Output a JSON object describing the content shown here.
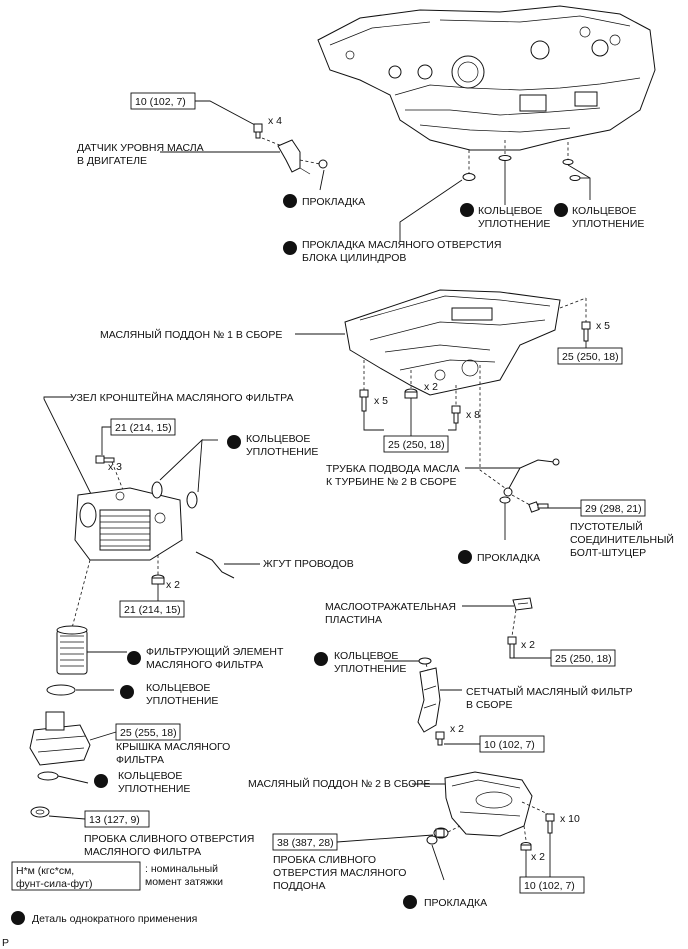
{
  "engine_section": {
    "torque_top": "10 (102, 7)",
    "sensor_qty": "x 4",
    "sensor_label": "ДАТЧИК УРОВНЯ МАСЛА\nВ ДВИГАТЕЛЕ",
    "gasket_label": "ПРОКЛАДКА",
    "oring_a_label": "КОЛЬЦЕВОЕ\nУПЛОТНЕНИЕ",
    "oring_b_label": "КОЛЬЦЕВОЕ\nУПЛОТНЕНИЕ",
    "block_gasket_label": "ПРОКЛАДКА МАСЛЯНОГО ОТВЕРСТИЯ\nБЛОКА ЦИЛИНДРОВ"
  },
  "pan1_section": {
    "pan1_label": "МАСЛЯНЫЙ ПОДДОН № 1 В СБОРЕ",
    "qty_x5_right": "x 5",
    "torque_right": "25 (250, 18)",
    "qty_x5_left": "x 5",
    "qty_x2": "x 2",
    "qty_x8": "x 8",
    "torque_mid": "25 (250, 18)",
    "turbo_pipe_label": "ТРУБКА ПОДВОДА МАСЛА\nК ТУРБИНЕ № 2 В СБОРЕ",
    "torque_union": "29 (298, 21)",
    "union_bolt_label": "ПУСТОТЕЛЫЙ\nСОЕДИНИТЕЛЬНЫЙ\nБОЛТ-ШТУЦЕР",
    "gasket_label": "ПРОКЛАДКА"
  },
  "filter_section": {
    "bracket_label": "УЗЕЛ КРОНШТЕЙНА МАСЛЯНОГО ФИЛЬТРА",
    "torque_bracket_top": "21 (214, 15)",
    "qty_x3": "x 3",
    "oring_label": "КОЛЬЦЕВОЕ\nУПЛОТНЕНИЕ",
    "harness_label": "ЖГУТ ПРОВОДОВ",
    "qty_x2": "x 2",
    "torque_bracket_bottom": "21 (214, 15)",
    "element_label": "ФИЛЬТРУЮЩИЙ ЭЛЕМЕНТ\nМАСЛЯНОГО ФИЛЬТРА",
    "element_oring_label": "КОЛЬЦЕВОЕ\nУПЛОТНЕНИЕ",
    "torque_cap": "25 (255, 18)",
    "cap_label": "КРЫШКА МАСЛЯНОГО\nФИЛЬТРА",
    "cap_oring_label": "КОЛЬЦЕВОЕ\nУПЛОТНЕНИЕ",
    "torque_plug": "13 (127, 9)",
    "plug_label": "ПРОБКА СЛИВНОГО ОТВЕРСТИЯ\nМАСЛЯНОГО ФИЛЬТРА"
  },
  "pan2_section": {
    "baffle_label": "МАСЛООТРАЖАТЕЛЬНАЯ\nПЛАСТИНА",
    "qty_x2_baffle": "x 2",
    "torque_baffle": "25 (250, 18)",
    "oring_label": "КОЛЬЦЕВОЕ\nУПЛОТНЕНИЕ",
    "strainer_label": "СЕТЧАТЫЙ МАСЛЯНЫЙ ФИЛЬТР\nВ СБОРЕ",
    "qty_x2_strainer": "x 2",
    "torque_strainer": "10 (102, 7)",
    "pan2_label": "МАСЛЯНЫЙ ПОДДОН № 2 В СБОРЕ",
    "qty_x10": "x 10",
    "torque_drain": "38 (387, 28)",
    "qty_x2_pan": "x 2",
    "drain_label": "ПРОБКА СЛИВНОГО\nОТВЕРСТИЯ МАСЛЯНОГО\nПОДДОНА",
    "torque_pan": "10 (102, 7)",
    "gasket_label": "ПРОКЛАДКА"
  },
  "legend": {
    "unit_box": "Н*м (кгс*см,\nфунт-сила-фут)",
    "unit_desc": ": номинальный\nмомент затяжки",
    "nonreuse_label": "Деталь однократного применения",
    "corner_mark": "P"
  }
}
